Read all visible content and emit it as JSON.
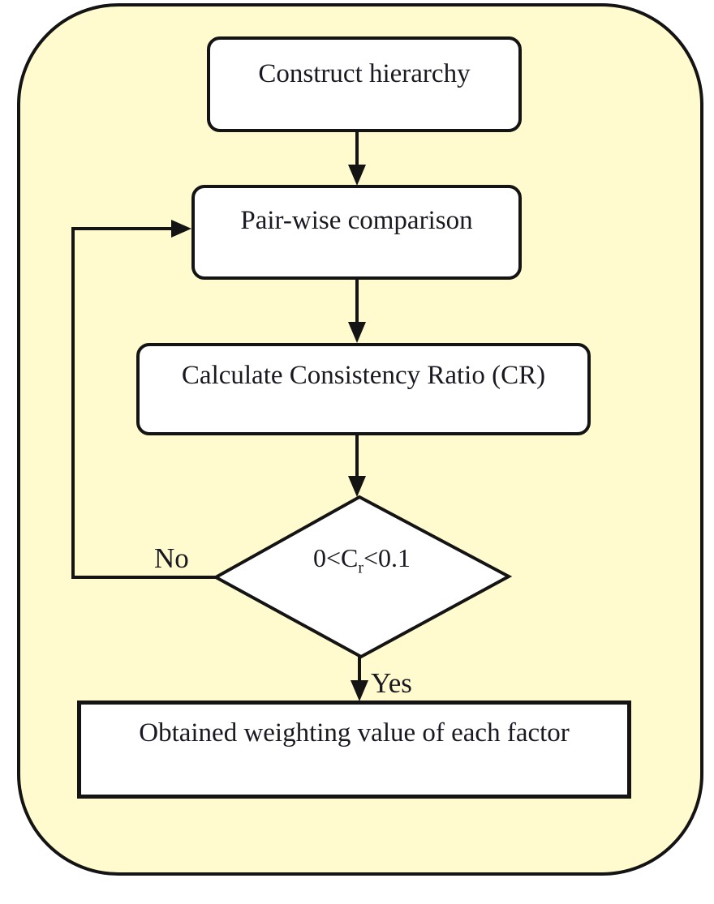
{
  "flowchart": {
    "nodes": [
      {
        "id": "construct",
        "type": "process",
        "label": "Construct hierarchy"
      },
      {
        "id": "pairwise",
        "type": "process",
        "label": "Pair-wise comparison"
      },
      {
        "id": "calculate",
        "type": "process",
        "label": "Calculate Consistency Ratio (CR)"
      },
      {
        "id": "decision",
        "type": "decision",
        "label_prefix": "0<C",
        "label_sub": "r",
        "label_suffix": "<0.1"
      },
      {
        "id": "obtained",
        "type": "process",
        "label": "Obtained weighting value of each factor"
      }
    ],
    "edge_labels": {
      "no": "No",
      "yes": "Yes"
    },
    "colors": {
      "background": "#fffbce",
      "node_fill": "#ffffff",
      "stroke": "#141414",
      "text": "#191922",
      "page": "#ffffff"
    }
  }
}
